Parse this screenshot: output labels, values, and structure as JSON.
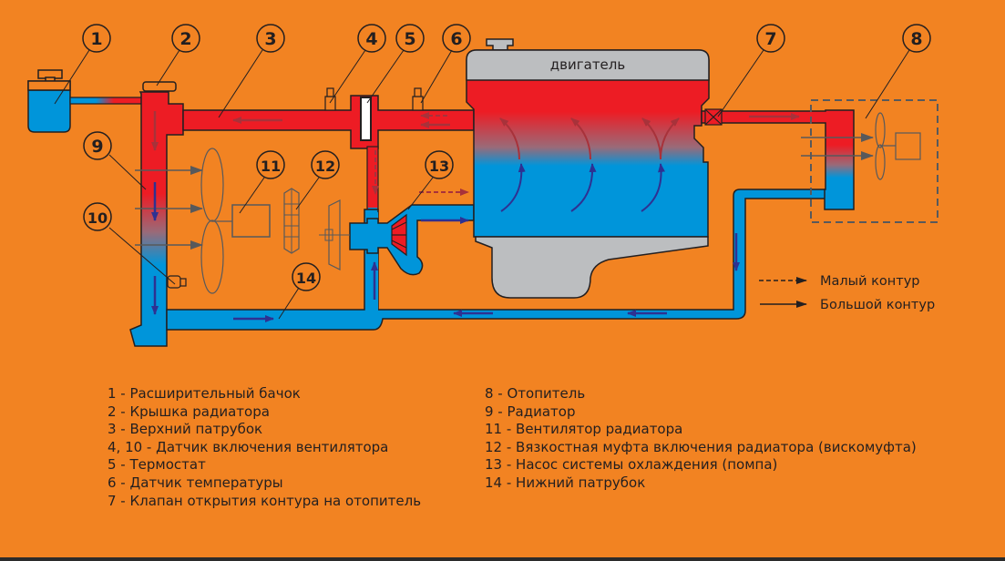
{
  "colors": {
    "background": "#f28322",
    "hot": "#ed1c24",
    "cold": "#0095da",
    "engine_gray": "#bcbec0",
    "outline": "#231f20",
    "hot_arrow": "#a8323a",
    "cold_arrow": "#2e3192",
    "air_arrow": "#58595b"
  },
  "diagram": {
    "engine_label": "двигатель",
    "callouts": [
      "1",
      "2",
      "3",
      "4",
      "5",
      "6",
      "7",
      "8",
      "9",
      "10",
      "11",
      "12",
      "13",
      "14"
    ]
  },
  "legend": {
    "small_circuit": "Малый контур",
    "large_circuit": "Большой контур"
  },
  "key": {
    "left": [
      "1 - Расширительный бачок",
      "2 - Крышка радиатора",
      "3 - Верхний патрубок",
      "4, 10 - Датчик включения вентилятора",
      "5 - Термостат",
      "6 - Датчик температуры",
      "7 - Клапан открытия контура на отопитель"
    ],
    "right": [
      "8 - Отопитель",
      "9 - Радиатор",
      "11 - Вентилятор радиатора",
      "12 - Вязкостная муфта включения радиатора (вискомуфта)",
      "13 - Насос системы охлаждения (помпа)",
      "14 - Нижний патрубок"
    ]
  }
}
